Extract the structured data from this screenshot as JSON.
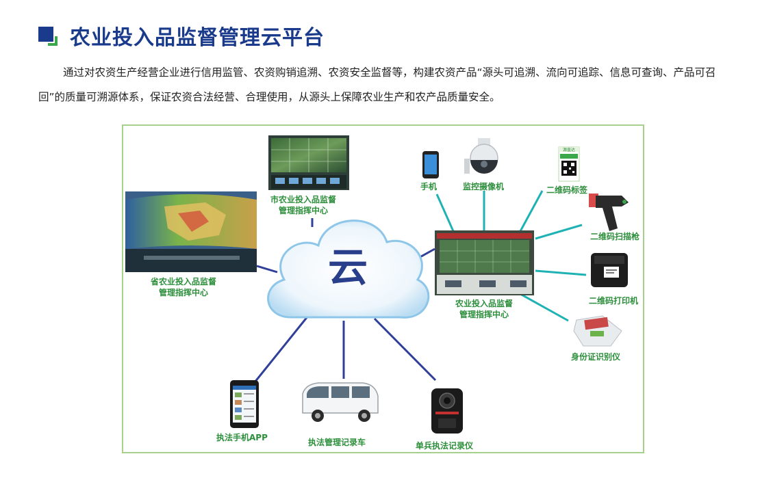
{
  "header": {
    "title": "农业投入品监督管理云平台"
  },
  "intro": {
    "text": "通过对农资生产经营企业进行信用监管、农资购销追溯、农资安全监督等，构建农资产品“源头可追溯、流向可追踪、信息可查询、产品可召回”的质量可溯源体系，保证农资合法经营、合理使用，从源头上保障农业生产和农产品质量安全。"
  },
  "diagram": {
    "cloud_label": "云",
    "nodes": {
      "city_center": "市农业投入品监督\n管理指挥中心",
      "province_center": "省农业投入品监督\n管理指挥中心",
      "county_center": "农业投入品监督\n管理指挥中心",
      "phone": "手机",
      "camera": "监控摄像机",
      "qr_label": "二维码标签",
      "scanner": "二维码扫描枪",
      "printer": "二维码打印机",
      "id_reader": "身份证识别仪",
      "app": "执法手机APP",
      "vehicle": "执法管理记录车",
      "body_cam": "单兵执法记录仪"
    },
    "qr_tag_text": "源直达"
  },
  "colors": {
    "title_blue": "#1a3a8c",
    "accent_green": "#3aa84a",
    "label_green": "#2d8f3c",
    "frame_green": "#a7d08c",
    "link_blue": "#2f3f9a",
    "link_teal": "#1fb2b4"
  }
}
